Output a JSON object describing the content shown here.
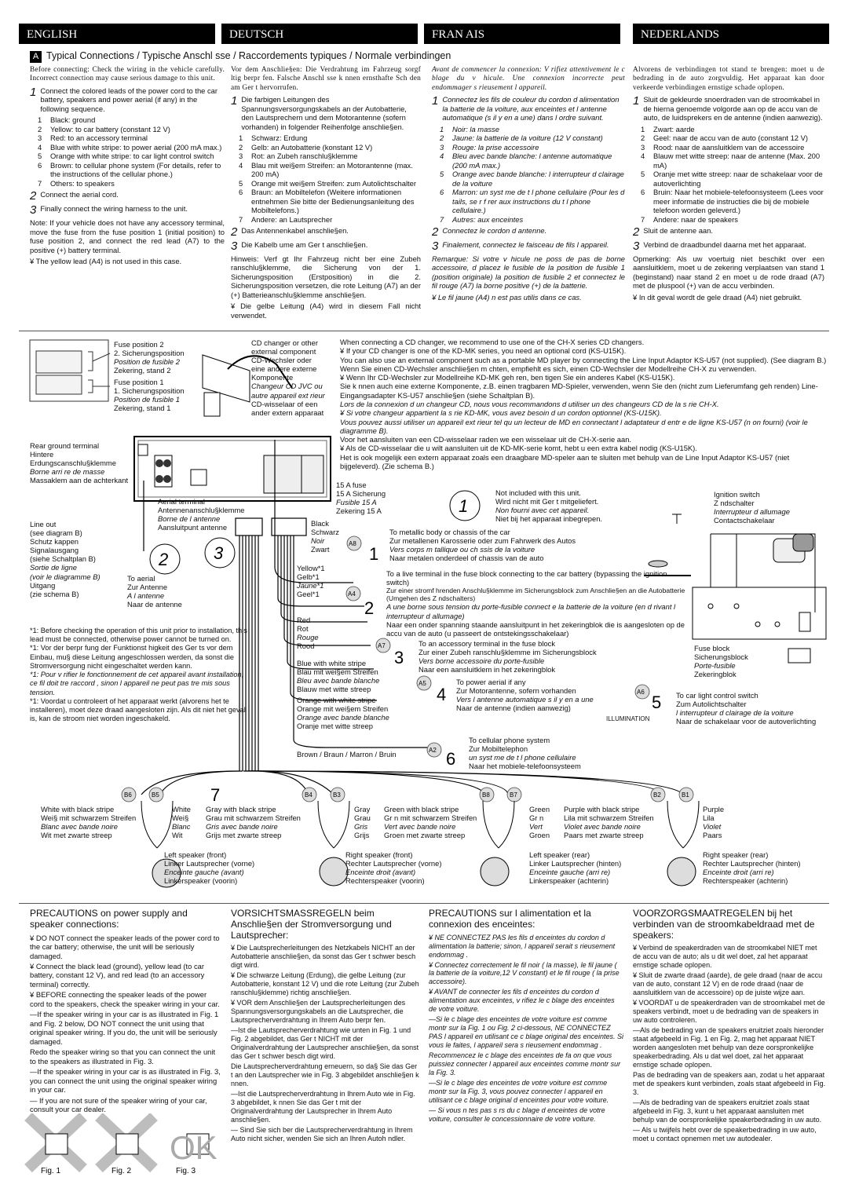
{
  "tabs": [
    "ENGLISH",
    "DEUTSCH",
    "FRAN AIS",
    "NEDERLANDS"
  ],
  "section": {
    "letter": "A",
    "title": "Typical Connections / Typische Anschl sse / Raccordements typiques / Normale verbindingen"
  },
  "en": {
    "intro": "Before connecting:    Check the wiring in the vehicle carefully. Incorrect connection may cause serious damage to this unit.",
    "step1": "Connect the colored leads of the power cord to the car battery, speakers and power aerial (if any) in the following sequence.",
    "wires": [
      "Black: ground",
      "Yellow: to car battery (constant 12 V)",
      "Red: to an accessory terminal",
      "Blue with white stripe: to power aerial (200 mA max.)",
      "Orange with white stripe: to car light control switch",
      "Brown: to cellular phone system (For details, refer to the instructions of the cellular phone.)",
      "Others: to speakers"
    ],
    "step2": "Connect the aerial cord.",
    "step3": "Finally connect the wiring harness to the unit.",
    "note": "Note:  If your vehicle does not have any accessory terminal, move the fuse from the fuse position 1 (initial position) to fuse position 2, and connect the red lead (A7) to the positive (+) battery terminal.",
    "bullet": "¥ The yellow lead (A4) is not used in this case."
  },
  "de": {
    "intro": "Vor dem Anschlie§en:    Die Verdrahtung im Fahrzeug sorgf ltig  berpr fen. Falsche Anschl sse k nnen ernsthafte Sch den am Ger t hervorrufen.",
    "step1": "Die farbigen Leitungen des Spannungsversorgungskabels an der Autobatterie, den Lautsprechern und dem Motorantenne (sofern vorhanden) in folgender Reihenfolge anschlie§en.",
    "wires": [
      "Schwarz: Erdung",
      "Gelb: an Autobatterie (konstant 12 V)",
      "Rot: an Zubeh ranschlu§klemme",
      "Blau mit wei§em Streifen: an Motorantenne (max. 200 mA)",
      "Orange mit wei§em Streifen: zum Autolichtschalter",
      "Braun: an Mobiltelefon (Weitere informationen entnehmen Sie bitte der Bedienungsanleitung des Mobiltelefons.)",
      "Andere: an Lautsprecher"
    ],
    "step2": "Das Antennenkabel anschlie§en.",
    "step3": "Die Kabelb ume am Ger t anschlie§en.",
    "note": "Hinweis:  Verf gt Ihr Fahrzeug nicht  ber eine Zubeh ranschlu§klemme, die Sicherung  von der 1. Sicherungsposition (Erstposition) in die 2. Sicherungsposition versetzen, die rote Leitung (A7) an der (+) Batterieanschlu§klemme anschlie§en.",
    "bullet": "¥ Die gelbe Leitung (A4) wird in diesem Fall nicht verwendet."
  },
  "fr": {
    "intro": "Avant de commencer la connexion:    V rifiez attentivement le c blage du v hicule. Une connexion incorrecte peut endommager s rieusement l appareil.",
    "step1": "Connectez les fils de couleur du cordon d alimentation   la batterie de la voiture, aux enceintes et   l antenne automatique (s il y en a une) dans l ordre suivant.",
    "wires": [
      "Noir:   la masse",
      "Jaune:   la batterie de la voiture (12 V constant)",
      "Rouge:   la prise accessoire",
      "Bleu avec bande blanche:   l antenne automatique (200 mA max.)",
      "Orange avec bande blanche:   l interrupteur d clairage de la voiture",
      "Marron:   un syst me de t l phone cellulaire (Pour les d tails, se r f rer aux instructions du t l phone cellulaire.)",
      "Autres: aux enceintes"
    ],
    "step2": "Connectez le cordon d antenne.",
    "step3": "Finalement, connectez le faisceau de fils   l appareil.",
    "note": "Remarque:  Si votre v hicule ne poss de pas de borne accessoire, d placez le fusible de la position de fusible 1 (position originale)   la position de fusible 2 et connectez le fil rouge (A7)   la borne positive (+) de la batterie.",
    "bullet": "¥ Le fil jaune (A4) n est pas utilis  dans ce cas."
  },
  "nl": {
    "intro": "Alvorens de verbindingen tot stand te brengen:  moet u de bedrading in de auto zorgvuldig. Het apparaat kan door verkeerde verbindingen ernstige schade oplopen.",
    "step1": "Sluit de gekleurde snoerdraden van de stroomkabel in de hierna genoemde volgorde aan op de accu van de auto, de luidsprekers en de antenne (indien aanwezig).",
    "wires": [
      "Zwart: aarde",
      "Geel: naar de accu van de auto (constant 12 V)",
      "Rood: naar de aansluitklem van de accessoire",
      "Blauw met witte streep: naar de antenne (Max. 200 mA)",
      "Oranje met witte streep: naar de schakelaar voor de autoverlichting",
      "Bruin: Naar het mobiele-telefoonsysteem (Lees voor meer informatie de instructies die bij de mobiele telefoon worden geleverd.)",
      "Andere: naar de speakers"
    ],
    "step2": "Sluit de antenne aan.",
    "step3": "Verbind de draadbundel daarna met het apparaat.",
    "note": "Opmerking:  Als uw voertuig niet beschikt over een aansluitklem, moet u de zekering verplaatsen van stand 1 (beginstand) naar stand 2 en moet u de rode draad (A7) met de pluspool (+) van de accu verbinden.",
    "bullet": "¥ In dit geval wordt de gele draad (A4) niet gebruikt."
  },
  "diagram": {
    "fuse_pos2": [
      "Fuse position 2",
      "2. Sicherungsposition",
      "Position de fusible 2",
      "Zekering, stand 2"
    ],
    "fuse_pos1": [
      "Fuse position 1",
      "1. Sicherungsposition",
      "Position de fusible 1",
      "Zekering, stand 1"
    ],
    "cd_changer": [
      "CD changer or other",
      "external component",
      "CD-Wechsler oder",
      "eine andere externe",
      "Komponente",
      "Changeur CD JVC ou",
      "autre appareil ext rieur",
      "CD-wisselaar of een",
      "ander extern apparaat"
    ],
    "cd_note": [
      "When connecting a CD changer, we recommend to use one of the CH-X series CD changers.",
      "¥ If your CD changer is one of the KD-MK series, you need an optional cord (KS-U15K).",
      "You can also use an external component such as a portable MD player by connecting the Line Input Adaptor KS-U57 (not supplied). (See diagram B.)",
      "Wenn Sie einen CD-Wechsler anschlie§en m chten, empfiehlt es sich, einen CD-Wechsler der Modellreihe CH-X zu verwenden.",
      "¥ Wenn Ihr CD-Wechsler zur Modellreihe KD-MK geh ren, ben tigen Sie ein anderes Kabel (KS-U15K).",
      "Sie k nnen auch eine externe Komponente, z.B. einen tragbaren MD-Spieler, verwenden, wenn Sie den (nicht zum Lieferumfang geh renden) Line-Eingangsadapter KS-U57 anschlie§en (siehe Schaltplan B).",
      "Lors de la connexion d un changeur CD, nous vous recommandons d utiliser un des changeurs CD de la s rie CH-X.",
      "¥ Si votre changeur appartient   la s rie KD-MK, vous avez besoin d un cordon optionnel (KS-U15K).",
      "Vous pouvez aussi utiliser un appareil ext rieur tel qu un lecteur de MD en connectant l adaptateur d entr e de ligne KS-U57 (n on fourni) (voir le diagramme B).",
      "Voor het aansluiten van een CD-wisselaar raden we een wisselaar uit de CH-X-serie aan.",
      "¥ Als de CD-wisselaar die u wilt aansluiten uit de KD-MK-serie komt, hebt u een extra kabel nodig (KS-U15K).",
      "Het is ook mogelijk een extern apparaat zoals een draagbare MD-speler aan te sluiten met behulp van de Line Input Adaptor KS-U57 (niet bijgeleverd). (Zie schema B.)"
    ],
    "rear_ground": [
      "Rear ground terminal",
      "Hintere",
      "Erdungscanschlu§klemme",
      "Borne arri re de masse",
      "Massaklem aan de achterkant"
    ],
    "aerial_terminal": [
      "Aerial terminal",
      "Antennenanschlu§klemme",
      "Borne de l antenne",
      "Aansluitpunt antenne"
    ],
    "fuse15": [
      "15 A fuse",
      "15 A Sicherung",
      "Fusible 15 A",
      "Zekering 15 A"
    ],
    "line_out": [
      "Line out",
      "(see diagram B)",
      "Schutz kappen",
      "Signalausgang",
      "(siehe Schaltplan B)",
      "Sortie de ligne",
      "(voir le diagramme B)",
      "Uitgang",
      "(zie schema B)"
    ],
    "to_aerial": [
      "To aerial",
      "Zur Antenne",
      "A l antenne",
      "Naar de antenne"
    ],
    "not_included": [
      "Not included with this unit.",
      "Wird nicht mit Ger t mitgeliefert.",
      "Non fourni avec cet appareil.",
      "Niet bij het apparaat inbegrepen."
    ],
    "ignition": [
      "Ignition switch",
      "Z ndschalter",
      "Interrupteur d allumage",
      "Contactschakelaar"
    ],
    "black": [
      "Black",
      "Schwarz",
      "Noir",
      "Zwart"
    ],
    "metal": [
      "To metallic body or chassis of the car",
      "Zur metallenen Karosserie oder zum Fahrwerk des Autos",
      "Vers corps m tallique ou ch ssis de la voiture",
      "Naar metalen onderdeel of chassis van de auto"
    ],
    "yellow": [
      "Yellow*1",
      "Gelb*1",
      "Jaune*1",
      "Geel*1"
    ],
    "yellow_to": [
      "To a live terminal in the fuse block connecting to the car battery (bypassing the ignition switch)",
      "Zur einer stromf hrenden Anschlu§klemme im Sicherungsblock zum Anschlie§en an die Autobatterie (Umgehen des Z ndschalters)",
      "A une borne sous tension du porte-fusible connect e   la batterie de la voiture (en d rivant l interrupteur d allumage)",
      "Naar een onder spanning staande aansluitpunt in het zekeringblok die is aangesloten op de accu van de auto (u passeert de ontstekingsschakelaar)"
    ],
    "red": [
      "Red",
      "Rot",
      "Rouge",
      "Rood"
    ],
    "red_to": [
      "To an accessory terminal in the fuse block",
      "Zur einer Zubeh ranschlu§klemme im Sicherungsblock",
      "Vers borne accessoire du porte-fusible",
      "Naar een aansluitklem in het zekeringblok"
    ],
    "fuse_block": [
      "Fuse block",
      "Sicherungsblock",
      "Porte-fusible",
      "Zekeringblok"
    ],
    "blue": [
      "Blue with white stripe",
      "Blau mit wei§em Streifen",
      "Bleu avec bande blanche",
      "Blauw met witte streep"
    ],
    "blue_to": [
      "To power aerial if any",
      "Zur Motorantenne, sofern vorhanden",
      "Vers l antenne automatique s il y en a une",
      "Naar de antenne (indien aanwezig)"
    ],
    "orange": [
      "Orange with white stripe",
      "Orange mit wei§em Streifen",
      "Orange avec bande blanche",
      "Oranje met witte streep"
    ],
    "orange_to": [
      "To car light control switch",
      "Zum Autolichtschalter",
      "  l interrupteur d clairage de la voiture",
      "Naar de schakelaar voor de autoverlichting"
    ],
    "illumination": "ILLUMINATION",
    "brown": "Brown / Braun / Marron / Bruin",
    "brown_to": [
      "To cellular phone system",
      "Zur Mobiltelephon",
      "  un syst me de t l phone cellulaire",
      "Naar het mobiele-telefoonsysteem"
    ],
    "footnote": [
      "*1: Before checking the operation of this unit prior to installation, this lead must be connected, otherwise power cannot be turned on.",
      "*1: Vor der  berpr fung der Funktionst higkeit des Ger ts vor dem Einbau, mu§ diese Leitung angeschlossen werden, da sonst die Stromversorgung nicht eingeschaltet werden kann.",
      "*1: Pour v rifier le fonctionnement de cet appareil avant installation, ce fil doit  tre raccord , sinon l appareil ne peut pas  tre mis sous tension.",
      "*1: Voordat u controleert of het apparaat werkt (alvorens het te installeren), moet deze draad aangesloten zijn. Als dit niet het geval is, kan de stroom niet worden ingeschakeld."
    ],
    "leads": [
      "B6",
      "B5",
      "B4",
      "B3",
      "B8",
      "B7",
      "B2",
      "B1"
    ],
    "wire_tags": [
      "A8",
      "A4",
      "A7",
      "A5",
      "A6",
      "A2"
    ],
    "wire_colors": [
      [
        "White with black stripe",
        "Wei§ mit schwarzem Streifen",
        "Blanc avec bande noire",
        "Wit met zwarte streep"
      ],
      [
        "White",
        "Wei§",
        "Blanc",
        "Wit"
      ],
      [
        "Gray with black stripe",
        "Grau mit schwarzem Streifen",
        "Gris avec bande noire",
        "Grijs met zwarte streep"
      ],
      [
        "Gray",
        "Grau",
        "Gris",
        "Grijs"
      ],
      [
        "Green with black stripe",
        "Gr n mit schwarzem Streifen",
        "Vert avec bande noire",
        "Groen met zwarte streep"
      ],
      [
        "Green",
        "Gr n",
        "Vert",
        "Groen"
      ],
      [
        "Purple with black stripe",
        "Lila mit schwarzem Streifen",
        "Violet avec bande noire",
        "Paars met zwarte streep"
      ],
      [
        "Purple",
        "Lila",
        "Violet",
        "Paars"
      ]
    ],
    "speakers": [
      [
        "Left speaker (front)",
        "Linker Lautsprecher (vorne)",
        "Enceinte gauche (avant)",
        "Linkerspeaker (voorin)"
      ],
      [
        "Right speaker (front)",
        "Rechter Lautsprecher (vorne)",
        "Enceinte droit (avant)",
        "Rechterspeaker (voorin)"
      ],
      [
        "Left speaker (rear)",
        "Linker Lautsprecher (hinten)",
        "Enceinte gauche (arri re)",
        "Linkerspeaker (achterin)"
      ],
      [
        "Right speaker (rear)",
        "Rechter Lautsprecher (hinten)",
        "Enceinte droit (arri re)",
        "Rechterspeaker (achterin)"
      ]
    ]
  },
  "prec_en": {
    "title": "PRECAUTIONS on power supply and speaker connections:",
    "items": [
      "¥ DO NOT connect the speaker leads of the power cord to the car battery; otherwise, the unit will be seriously damaged.",
      "¥ Connect the black lead (ground), yellow lead (to car battery, constant 12 V), and red lead (to an accessory terminal) correctly.",
      "¥ BEFORE connecting the speaker leads of the power cord to the speakers, check the speaker wiring in your car.",
      "—If the speaker wiring in your car is as illustrated in Fig. 1 and Fig. 2 below,    DO NOT connect the unit using that original speaker wiring. If you do, the unit will be seriously damaged.",
      "Redo the speaker wiring so that you can connect the unit to the speakers as illustrated in Fig. 3.",
      "—If the speaker wiring in your car is as illustrated in Fig. 3,   you can connect the unit using the original speaker wiring in your car.",
      "— If you are not sure of the speaker wiring of your car, consult your car dealer."
    ]
  },
  "prec_de": {
    "title": "VORSICHTSMASSREGELN beim Anschlie§en der Stromversorgung und Lautsprecher:",
    "items": [
      "¥ Die Lautsprecherleitungen des Netzkabels NICHT an der Autobatterie anschlie§en, da sonst das Ger t schwer besch digt wird.",
      "¥ Die schwarze Leitung (Erdung), die gelbe Leitung (zur Autobatterie, konstant 12 V) und die rote Leitung (zur Zubeh ranschlu§klemme) richtig anschlie§en.",
      "¥ VOR dem Anschlie§en der Lautsprecherleitungen des Spannungsversorgungskabels an die Lautsprecher, die Lautsprecherverdrahtung in Ihrem Auto  berpr fen.",
      "—Ist die Lautsprecherverdrahtung wie unten in Fig. 1 und Fig. 2 abgebildet,      das Ger t NICHT mit der Originalverdrahtung der Lautsprecher anschlie§en, da sonst das Ger t schwer besch digt wird.",
      "Die Lautsprecherverdrahtung erneuern, so da§ Sie das Ger t an den Lautsprecher wie in Fig. 3 abgebildet anschlie§en k nnen.",
      "—Ist die Lautsprecherverdrahtung in Ihrem Auto wie in Fig. 3 abgebildet,      k nnen Sie das Ger t mit der Originalverdrahtung der Lautsprecher in Ihrem Auto anschlie§en.",
      "— Sind Sie sich  ber die Lautsprecherverdrahtung in Ihrem Auto nicht sicher, wenden Sie sich an Ihren Autoh ndler."
    ]
  },
  "prec_fr": {
    "title": "PRECAUTIONS sur l alimentation et la connexion des enceintes:",
    "items": [
      "¥ NE CONNECTEZ PAS les fils d enceintes du cordon d alimentation   la batterie; sinon, l appareil serait s rieusement endommag .",
      "¥ Connectez correctement le fil noir (  la masse), le fil jaune (  la batterie de la voiture,12 V constant) et le fil rouge (  la prise accessoire).",
      "¥ AVANT de connecter les fils d enceintes du cordon d alimentation aux enceintes, v rifiez le c blage des enceintes de votre voiture.",
      "—Si le c blage des enceintes de votre voiture est comme montr  sur la Fig. 1 ou Fig. 2 ci-dessous, NE CONNECTEZ PAS l appareil en utilisant ce c blage original des enceintes. Si vous le faites, l appareil sera s rieusement endommag .",
      "Recommencez le c blage  des enceintes de fa on que vous puissiez connecter l appareil aux enceintes comme montr  sur la Fig. 3.",
      "—Si le c blage des enceintes de votre voiture est comme montr  sur la Fig. 3,     vous pouvez connecter l appareil en utilisant ce c blage original d enceintes pour votre voiture.",
      "— Si vous n tes pas s rs du c blage d enceintes de votre voiture, consulter le concessionnaire de votre voiture."
    ]
  },
  "prec_nl": {
    "title": "VOORZORGSMAATREGELEN bij het verbinden van de stroomkabeldraad met de speakers:",
    "items": [
      "¥ Verbind de speakerdraden van de stroomkabel NIET met de accu van de auto; als u dit wel doet, zal het apparaat ernstige schade oplopen.",
      "¥ Sluit de zwarte draad (aarde), de gele draad (naar de accu van de auto, constant 12 V) en de rode draad (naar de aansluitklem van de accessoire) op de juiste wijze aan.",
      "¥ VOORDAT u de speakerdraden van de stroomkabel met de speakers verbindt, moet u de bedrading van de speakers in uw auto controleren.",
      "—Als de bedrading van de speakers eruitziet zoals hieronder staat afgebeeld in Fig. 1 en Fig. 2,        mag het apparaat NIET worden aangesloten met behulp van deze oorspronkelijke speakerbedrading. Als u dat wel doet, zal het apparaat ernstige schade oplopen.",
      "Pas de bedrading van de speakers aan, zodat u het apparaat met de speakers kunt verbinden, zoals staat afgebeeld in Fig. 3.",
      "—Als de bedrading van de speakers eruitziet zoals staat afgebeeld in Fig. 3,       kunt u het apparaat aansluiten met behulp van de oorspronkelijke speakerbedrading in uw auto.",
      "— Als u twijfels hebt over de speakerbedrading in uw auto, moet u contact opnemen met uw autodealer."
    ]
  },
  "figs": [
    "Fig. 1",
    "Fig. 2",
    "Fig. 3"
  ],
  "ok": "OK"
}
